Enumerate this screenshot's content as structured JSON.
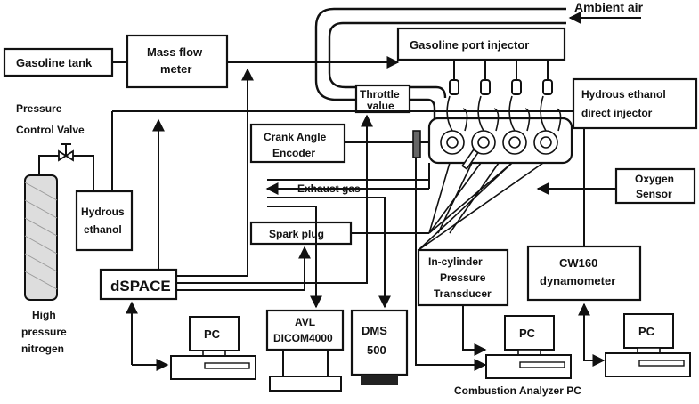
{
  "labels": {
    "ambient_air": "Ambient air",
    "gasoline_tank": "Gasoline tank",
    "mass_flow_meter": [
      "Mass flow",
      "meter"
    ],
    "gasoline_port_injector": "Gasoline port injector",
    "pressure_control_valve": [
      "Pressure",
      "Control Valve"
    ],
    "throttle_value": [
      "Throttle",
      "value"
    ],
    "hydrous_ethanol_direct_injector": [
      "Hydrous ethanol",
      "direct injector"
    ],
    "crank_angle_encoder": [
      "Crank Angle",
      "Encoder"
    ],
    "oxygen_sensor": [
      "Oxygen",
      "Sensor"
    ],
    "exhaust_gas": "Exhaust gas",
    "hydrous_ethanol": [
      "Hydrous",
      "ethanol"
    ],
    "spark_plug": "Spark plug",
    "dspace": "dSPACE",
    "in_cylinder_pressure_transducer": [
      "In-cylinder",
      "Pressure",
      "Transducer"
    ],
    "cw160_dynamometer": [
      "CW160",
      "dynamometer"
    ],
    "high_pressure_nitrogen": [
      "High",
      "pressure",
      "nitrogen"
    ],
    "avl_dicom": [
      "AVL",
      "DICOM4000"
    ],
    "dms500": [
      "DMS",
      "500"
    ],
    "pc": "PC",
    "combustion_analyzer_pc": "Combustion Analyzer PC"
  }
}
